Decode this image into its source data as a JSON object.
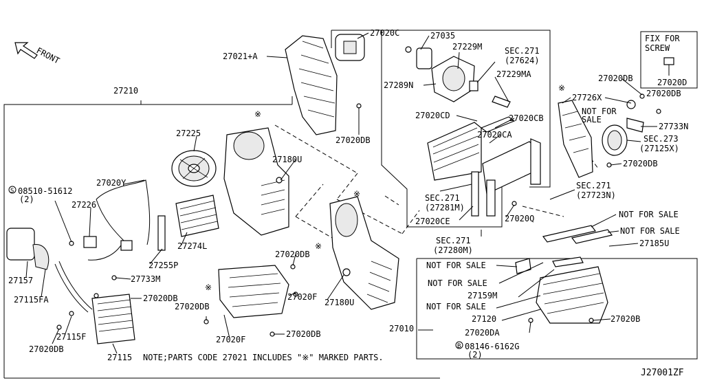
{
  "labels": {
    "front": "FRONT",
    "l27210": "27210",
    "l27021a": "27021+A",
    "l27020c": "27020C",
    "l27035": "27035",
    "l27229m": "27229M",
    "sec271_27624": "SEC.271",
    "p27624": "(27624)",
    "l27289n": "27289N",
    "l27229ma": "27229MA",
    "fix1": "FIX FOR",
    "fix2": "SCREW",
    "l27020d": "27020D",
    "l27020db_a": "27020DB",
    "l27020db_b": "27020DB",
    "l27726x": "27726X",
    "l27020db_c": "27020DB",
    "nfs_a1": "NOT FOR",
    "nfs_a2": "SALE",
    "l27020cd": "27020CD",
    "l27020cb": "27020CB",
    "l27733n": "27733N",
    "sec273": "SEC.273",
    "p27125x": "(27125X)",
    "l27020ca": "27020CA",
    "l27020db_d": "27020DB",
    "l27225": "27225",
    "l27180u_a": "27180U",
    "sec271_27281m": "SEC.271",
    "p27281m": "(27281M)",
    "sec271_27723n": "SEC.271",
    "p27723n": "(27723N)",
    "s08510": "08510-51612",
    "q2a": "(2)",
    "l27020y": "27020Y",
    "l27226": "27226",
    "l27020q": "27020Q",
    "l27020ce": "27020CE",
    "nfs_b": "NOT FOR SALE",
    "nfs_c": "NOT FOR SALE",
    "l27274l": "27274L",
    "sec271_27280m": "SEC.271",
    "p27280m": "(27280M)",
    "l27185u": "27185U",
    "l27255p": "27255P",
    "l27020db_e": "27020DB",
    "nfs_d": "NOT FOR SALE",
    "l27157": "27157",
    "l27733m": "27733M",
    "nfs_e": "NOT FOR SALE",
    "l27020f_a": "27020F",
    "l27115fa": "27115FA",
    "l27020db_f": "27020DB",
    "l27159m": "27159M",
    "l27180u_b": "27180U",
    "l27020db_g": "27020DB",
    "nfs_f": "NOT FOR SALE",
    "l27120": "27120",
    "l27020b": "27020B",
    "l27115f": "27115F",
    "l27010": "27010",
    "l27020da": "27020DA",
    "l27020f_b": "27020F",
    "l27020db_h": "27020DB",
    "l27020db_i": "27020DB",
    "b08146": "08146-6162G",
    "q2b": "(2)",
    "l27115": "27115",
    "note": "NOTE;PARTS CODE 27021 INCLUDES \"※\" MARKED PARTS.",
    "fig_code": "J27001ZF",
    "s_mark": "S",
    "b_mark": "B"
  },
  "symbols": {
    "marked": "※"
  },
  "colors": {
    "line": "#000000",
    "background": "#ffffff"
  }
}
